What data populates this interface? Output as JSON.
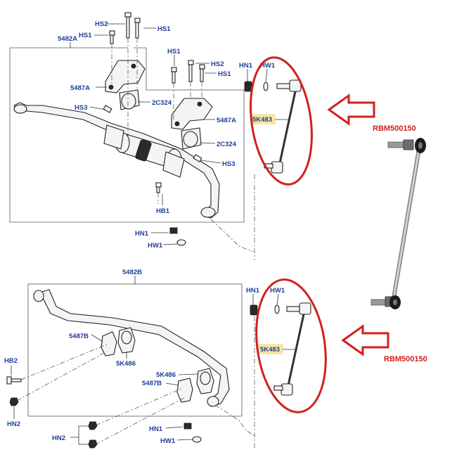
{
  "upper_assembly": {
    "group_label": "5482A",
    "labels": {
      "hs2_top": "HS2",
      "hs1_top_left": "HS1",
      "hs1_top_right": "HS1",
      "hs1_mid": "HS1",
      "hs2_mid": "HS2",
      "hs1_mid_right": "HS1",
      "bracket_left": "5487A",
      "bracket_right": "5487A",
      "hs3_left": "HS3",
      "bush_top": "2C324",
      "bush_bottom": "2C324",
      "hs3_right": "HS3",
      "hb1": "HB1",
      "hn1": "HN1",
      "hw1": "HW1",
      "link_hn1": "HN1",
      "link_hw1": "HW1",
      "link_part": "5K483"
    }
  },
  "lower_assembly": {
    "group_label": "5482B",
    "labels": {
      "bracket_left": "5487B",
      "bush_left": "5K486",
      "bush_right": "5K486",
      "bracket_right": "5487B",
      "hb2": "HB2",
      "hn2_left": "HN2",
      "hn2_bottom": "HN2",
      "hn1": "HN1",
      "hw1": "HW1",
      "link_hn1": "HN1",
      "link_hw1": "HW1",
      "link_part": "5K483"
    }
  },
  "callouts": {
    "upper_part_number": "RBM500150",
    "lower_part_number": "RBM500150"
  },
  "colors": {
    "label_blue": "#1f3d99",
    "highlight_red": "#d02020",
    "part_number_highlight": "#fbe7a1"
  }
}
